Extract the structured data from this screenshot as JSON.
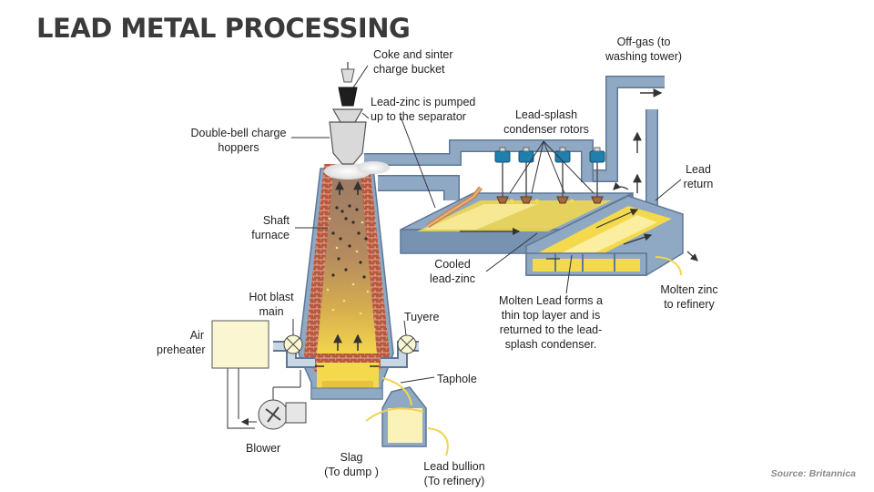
{
  "title": "LEAD METAL PROCESSING",
  "source": "Source: Britannica",
  "labels": {
    "coke_bucket": [
      "Coke and sinter",
      "charge bucket"
    ],
    "pump": [
      "Lead-zinc is pumped",
      "up to the separator"
    ],
    "offgas": [
      "Off-gas (to",
      "washing tower)"
    ],
    "rotors": [
      "Lead-splash",
      "condenser rotors"
    ],
    "hoppers": [
      "Double-bell charge",
      "hoppers"
    ],
    "lead_return": [
      "Lead",
      "return"
    ],
    "shaft": [
      "Shaft",
      "furnace"
    ],
    "cooled": [
      "Cooled",
      "lead-zinc"
    ],
    "molten_zinc": [
      "Molten zinc",
      "to refinery"
    ],
    "molten_lead": [
      "Molten Lead forms a",
      "thin top layer and is",
      "returned to the lead-",
      "splash condenser."
    ],
    "hot_blast": [
      "Hot blast",
      "main"
    ],
    "tuyere": [
      "Tuyere"
    ],
    "air": [
      "Air",
      "preheater"
    ],
    "taphole": [
      "Taphole"
    ],
    "blower": [
      "Blower"
    ],
    "slag": [
      "Slag",
      "(To dump )"
    ],
    "bullion": [
      "Lead bullion",
      "(To refinery)"
    ]
  },
  "colors": {
    "pipe": "#8fa8c4",
    "pipe_dark": "#5f7795",
    "brick": "#b9573c",
    "molten": "#f4d94c",
    "condenser_blue": "#1f7fae",
    "preheater": "#faf6d2"
  }
}
